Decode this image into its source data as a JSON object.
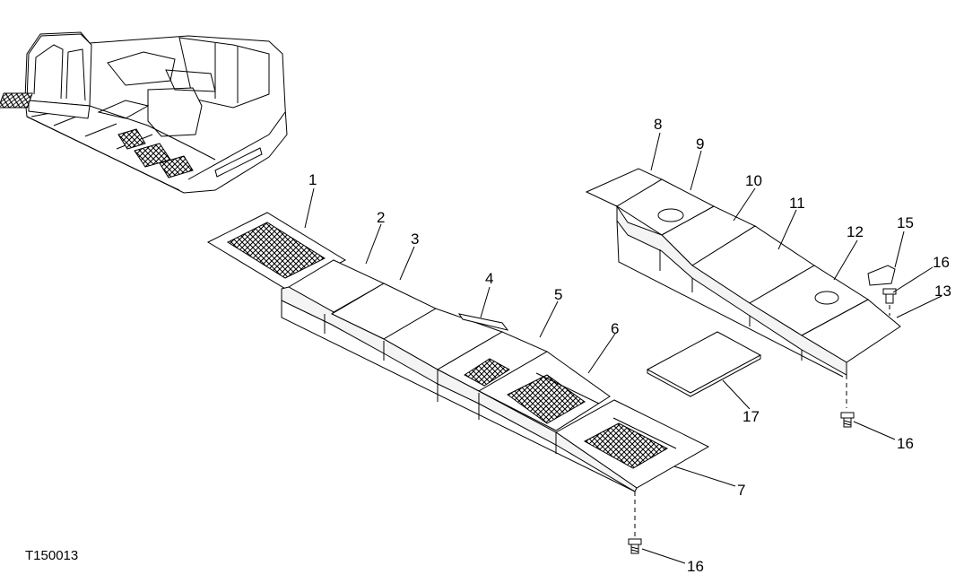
{
  "figure_code": "T150013",
  "callouts": [
    "1",
    "2",
    "3",
    "4",
    "5",
    "6",
    "7",
    "8",
    "9",
    "10",
    "11",
    "12",
    "13",
    "15",
    "16",
    "16",
    "16",
    "17"
  ]
}
